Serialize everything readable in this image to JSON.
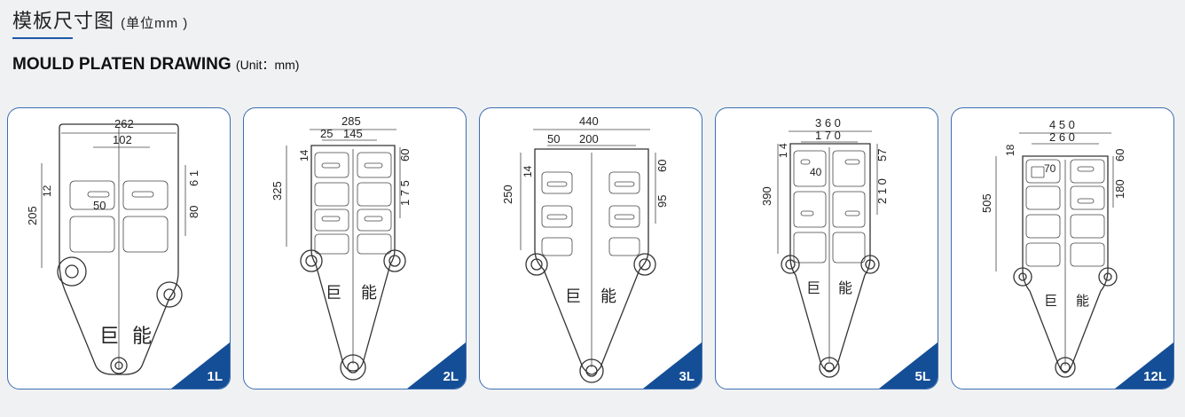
{
  "header": {
    "title_cn": "模板尺寸图",
    "unit_cn": "(单位mm )",
    "title_en": "MOULD PLATEN DRAWING",
    "unit_en": "(Unit：mm)"
  },
  "platen": {
    "brand_1": "巨",
    "brand_2": "能"
  },
  "cards": [
    {
      "model": "1L",
      "dims": {
        "width": "262",
        "upper": "102",
        "slot_w": "50",
        "slot_h": "12",
        "height": "205",
        "v1": "6 1",
        "v2": "80"
      }
    },
    {
      "model": "2L",
      "dims": {
        "width": "285",
        "left": "25",
        "upper": "145",
        "slot_h": "14",
        "height": "325",
        "v1": "60",
        "v2": "1 7 5"
      }
    },
    {
      "model": "3L",
      "dims": {
        "width": "440",
        "left": "50",
        "upper": "200",
        "slot_h": "14",
        "height": "250",
        "v1": "60",
        "v2": "95"
      }
    },
    {
      "model": "5L",
      "dims": {
        "width": "3 6 0",
        "upper": "1 7 0",
        "slot_w": "40",
        "slot_h": "1 4",
        "height": "390",
        "v1": "57",
        "v2": "2 1 0"
      }
    },
    {
      "model": "12L",
      "dims": {
        "width": "4 5 0",
        "upper": "2 6 0",
        "slot_w": "70",
        "slot_h": "18",
        "height": "505",
        "v1": "60",
        "v2": "180"
      }
    }
  ],
  "colors": {
    "accent": "#144e96",
    "border": "#3c6fb0"
  }
}
